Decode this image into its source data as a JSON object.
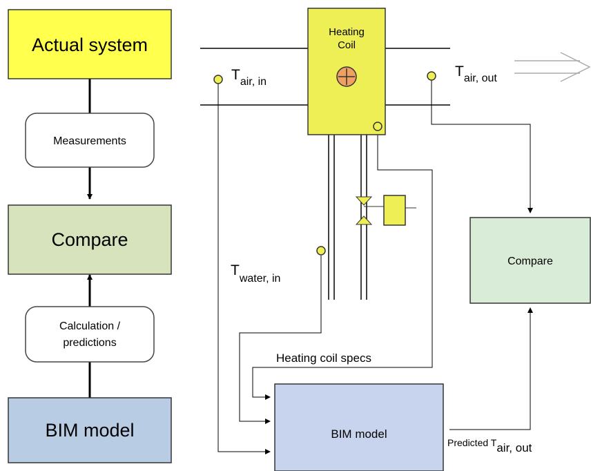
{
  "flow": {
    "actual_system": "Actual system",
    "measurements": "Measurements",
    "compare": "Compare",
    "calc_line1": "Calculation /",
    "calc_line2": "predictions",
    "bim_model": "BIM model"
  },
  "schematic": {
    "coil_line1": "Heating",
    "coil_line2": "Coil",
    "t_air_in": {
      "main": "T",
      "sub": "air, in"
    },
    "t_air_out": {
      "main": "T",
      "sub": "air, out"
    },
    "t_water_in": {
      "main": "T",
      "sub": "water, in"
    },
    "compare": "Compare",
    "heating_coil_specs": "Heating coil specs",
    "bim_model": "BIM model",
    "predicted": {
      "prefix": "Predicted T",
      "sub": "air, out"
    }
  },
  "colors": {
    "actual_system": "#ffff4d",
    "compare_left": "#d6e3bc",
    "bim_left": "#b8cce4",
    "coil": "#eeee55",
    "sensor": "#eeee55",
    "heater_symbol": "#f0a060",
    "compare_right": "#d8ecd8",
    "bim_right": "#c8d4ee"
  }
}
